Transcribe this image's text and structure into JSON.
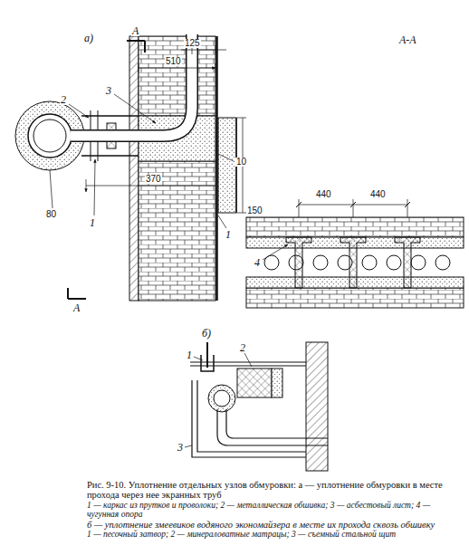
{
  "diagram": {
    "caption": "Рис. 9-10. Уплотнение отдельных узлов обмуровки: а — уплотнение обмуровки в месте прохода через нее экранных труб",
    "labels": [
      "а)",
      "А",
      "А",
      "А-А",
      "125",
      "510",
      "3",
      "2",
      "10",
      "370",
      "150",
      "80",
      "1",
      "1",
      "440",
      "440",
      "4",
      "б)",
      "1",
      "2",
      "3",
      "1 — каркас из прутков и проволоки; 2 — металлическая обшивка; 3 — асбестовый лист; 4 — чугунная опора",
      "б — уплотнение змеевиков водяного экономайзера в месте их прохода сквозь обшивку",
      "1 — песочный затвор; 2 — минераловатные матрацы; 3 — съемный стальной щит"
    ]
  }
}
